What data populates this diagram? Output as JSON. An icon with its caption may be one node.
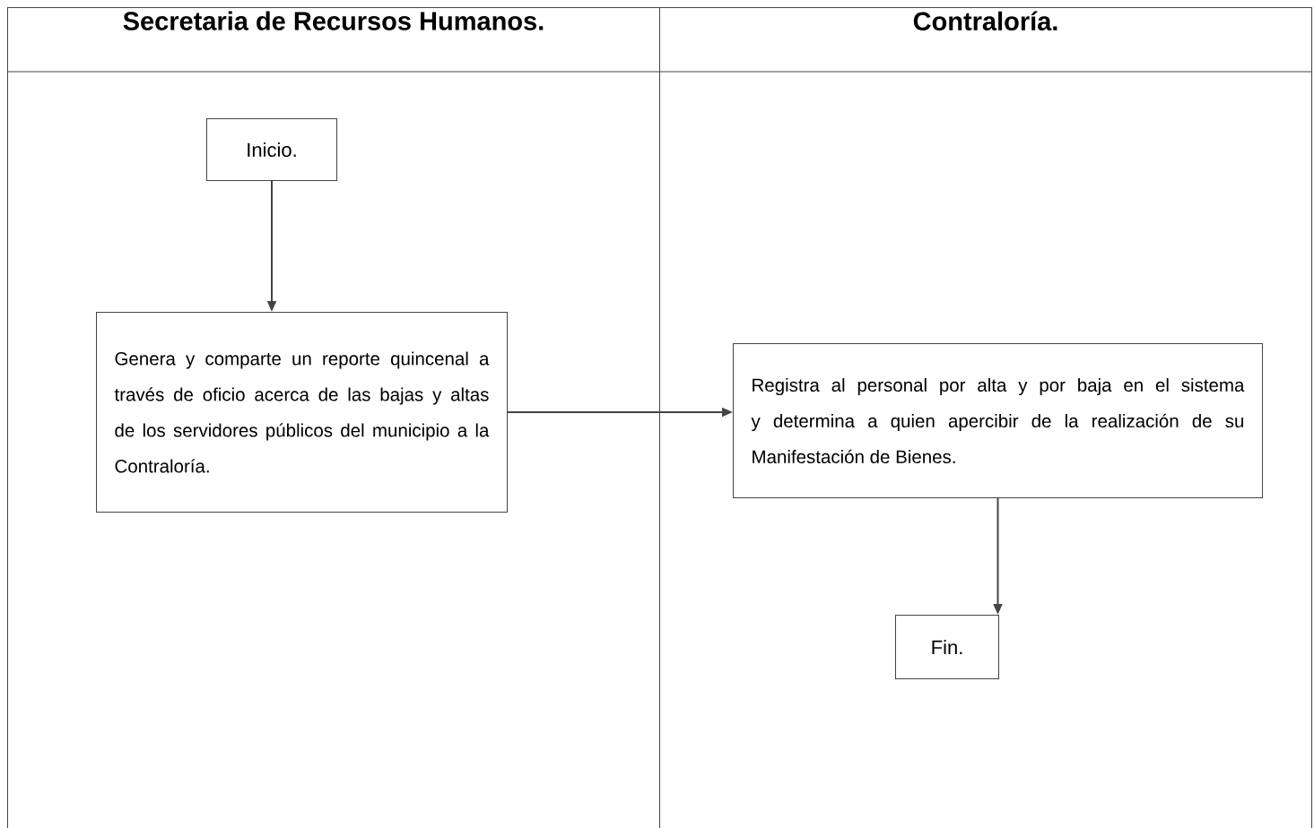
{
  "diagram": {
    "nodes": [
      {
        "text": [
          "Secretaria de Recursos Humanos."
        ]
      },
      {
        "text": [
          "Contraloría."
        ]
      },
      {
        "text": [
          "Inicio."
        ],
        "in": 0
      },
      {
        "text": [
          "Genera y comparte un reporte quincenal a través de oficio acerca de las bajas y altas de los servidores públicos del municipio a la Contraloría."
        ],
        "in": 0
      },
      {
        "text": [
          "Registra al personal por alta y por baja en el sistema y determina a quien apercibir de la realización de su Manifestación de Bienes."
        ],
        "in": 1
      },
      {
        "text": [
          "Fin."
        ],
        "in": 1
      }
    ],
    "edges": [
      {
        "from": 2,
        "to": 3,
        "arrow": "to"
      },
      {
        "from": 3,
        "to": 4,
        "arrow": "to"
      },
      {
        "from": 4,
        "to": 5,
        "arrow": "to"
      }
    ]
  }
}
